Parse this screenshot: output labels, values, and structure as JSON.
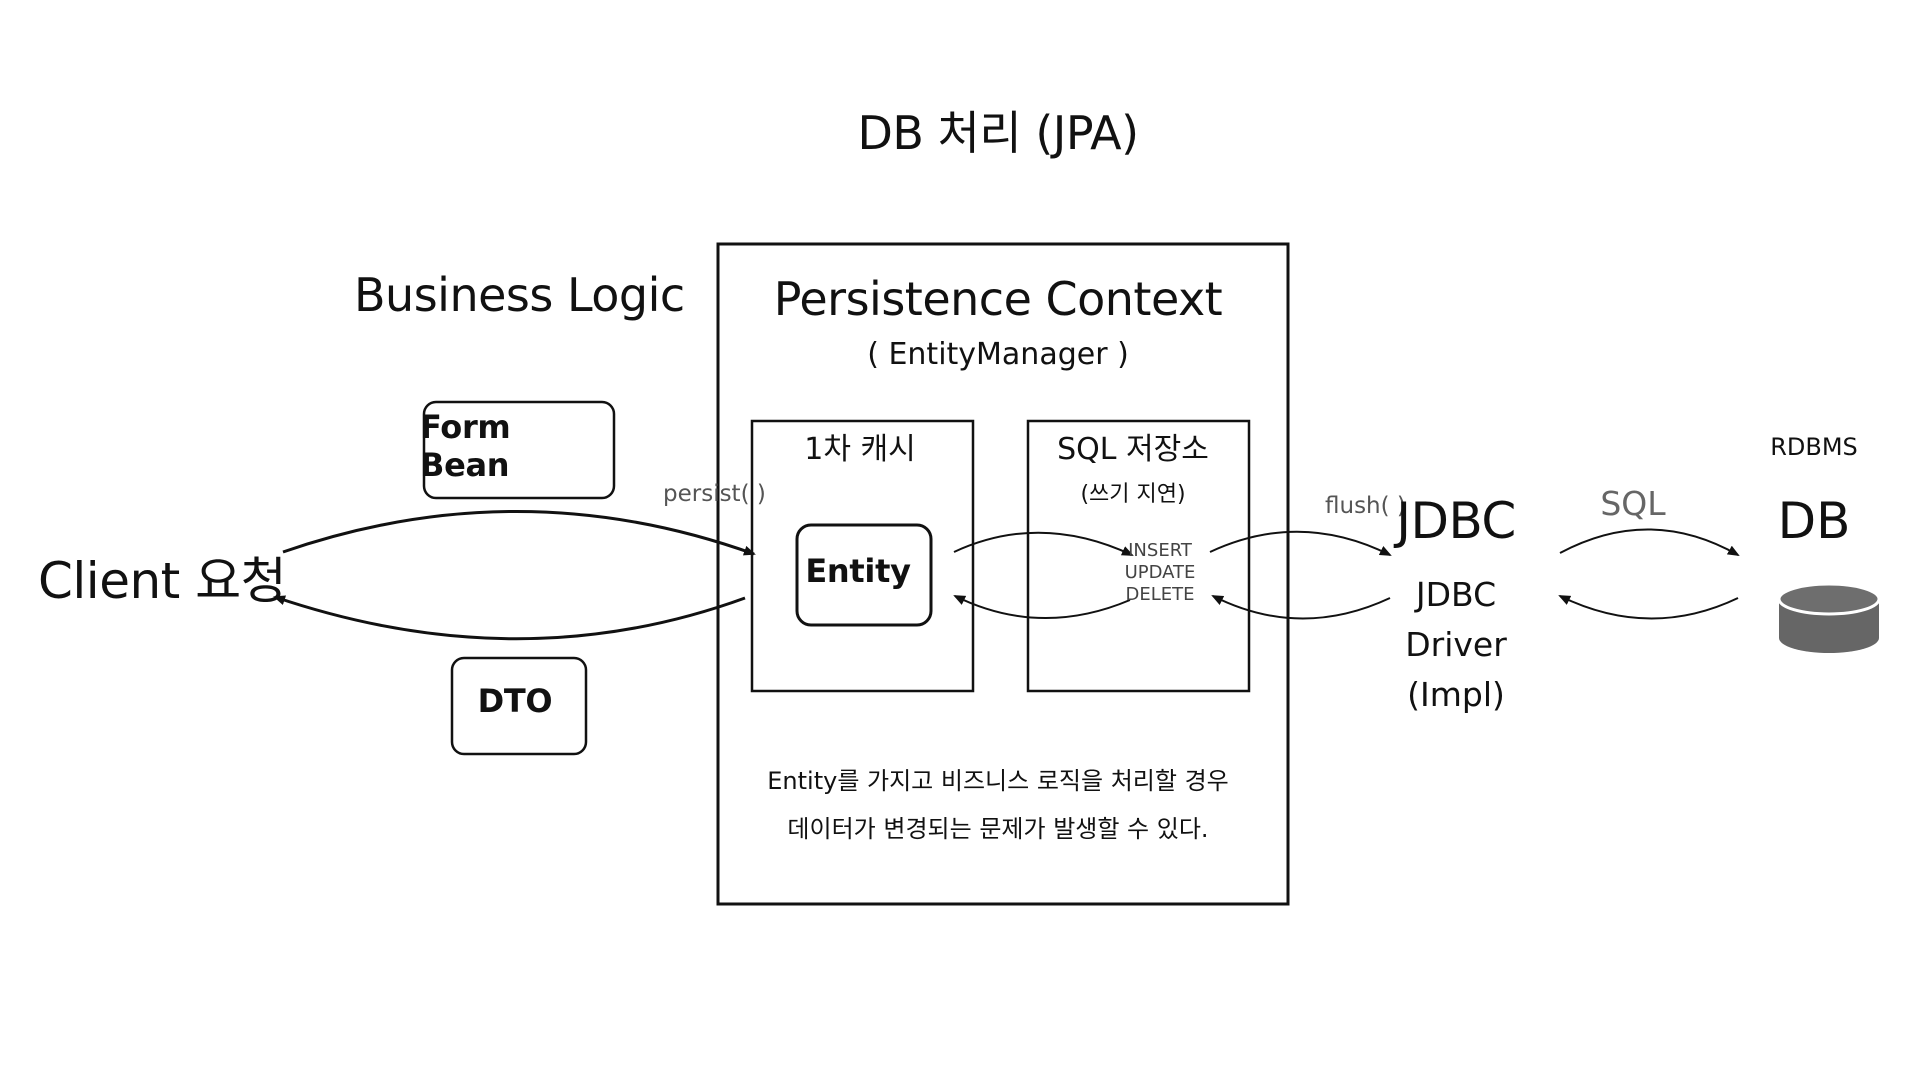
{
  "title": "DB 처리 (JPA)",
  "business_logic": {
    "title": "Business Logic",
    "form_bean": "Form Bean",
    "dto": "DTO"
  },
  "client": "Client 요청",
  "persist_label": "persist( )",
  "persistence_context": {
    "title": "Persistence Context",
    "subtitle": "( EntityManager )",
    "first_level_cache": {
      "title": "1차 캐시",
      "entity": "Entity"
    },
    "sql_store": {
      "title": "SQL 저장소",
      "subtitle": "(쓰기 지연)",
      "operations": [
        "INSERT",
        "UPDATE",
        "DELETE"
      ]
    },
    "note_lines": [
      "Entity를 가지고 비즈니스 로직을 처리할 경우",
      "데이터가 변경되는 문제가 발생할 수 있다."
    ]
  },
  "flush_label": "flush( )",
  "jdbc": {
    "title": "JDBC",
    "driver_lines": [
      "JDBC",
      "Driver",
      "(Impl)"
    ]
  },
  "sql_label": "SQL",
  "db": {
    "rdbms_label": "RDBMS",
    "title": "DB",
    "icon": "database-icon"
  },
  "colors": {
    "line": "#111111",
    "database_fill": "#666666",
    "database_top": "#6e6e6e",
    "muted_text": "#555555"
  }
}
